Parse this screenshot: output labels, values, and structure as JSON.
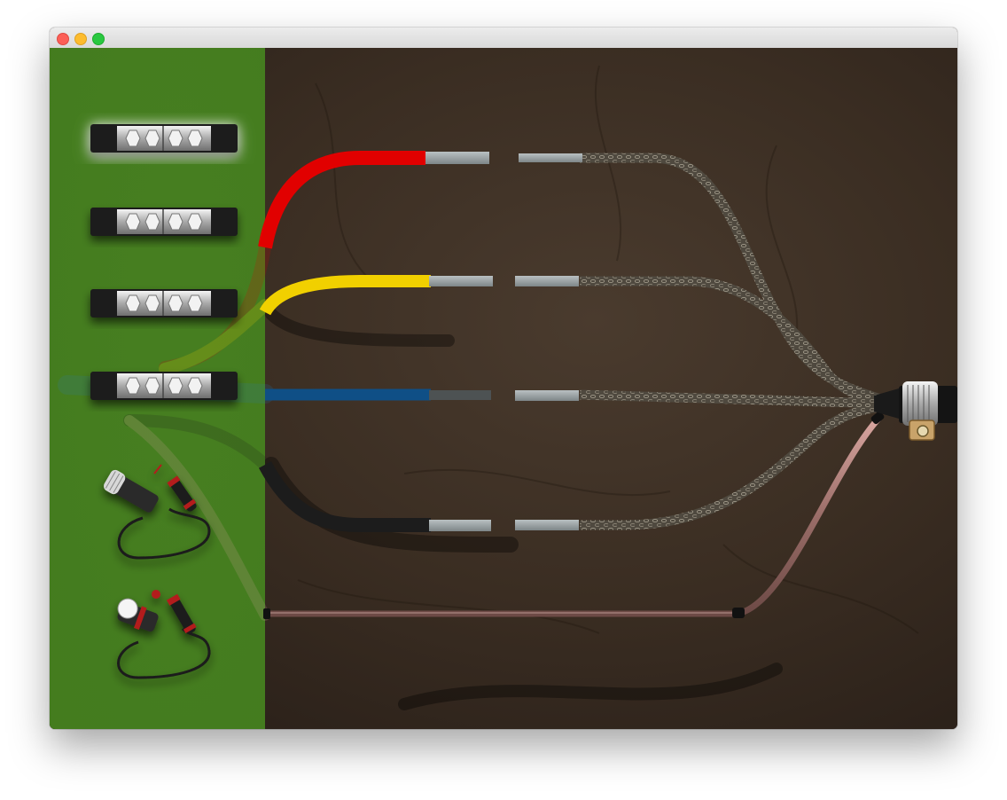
{
  "window": {
    "controls": [
      "close",
      "minimize",
      "maximize"
    ]
  },
  "tray": {
    "items": [
      {
        "name": "connector-block-1",
        "icon": "split-bolt-connector-icon",
        "highlighted": true
      },
      {
        "name": "connector-block-2",
        "icon": "split-bolt-connector-icon",
        "highlighted": false
      },
      {
        "name": "connector-block-3",
        "icon": "split-bolt-connector-icon",
        "highlighted": false
      },
      {
        "name": "connector-block-4",
        "icon": "split-bolt-connector-icon",
        "highlighted": false
      },
      {
        "name": "cable-gland-tool",
        "icon": "cable-gland-tool-icon"
      },
      {
        "name": "ground-clamp-tool",
        "icon": "ground-clamp-tool-icon"
      }
    ]
  },
  "wires": [
    {
      "name": "red-wire",
      "color": "#e10000"
    },
    {
      "name": "yellow-wire",
      "color": "#f1d000"
    },
    {
      "name": "blue-wire",
      "color": "#0f4f86"
    },
    {
      "name": "black-wire",
      "color": "#1c1c1c"
    },
    {
      "name": "copper-ground-wire",
      "color": "#b88078"
    }
  ],
  "colors": {
    "tray": "#4a8a24",
    "soil": "#3b2e24",
    "braid": "#5a5347",
    "stripped": "#9aa1a3"
  }
}
